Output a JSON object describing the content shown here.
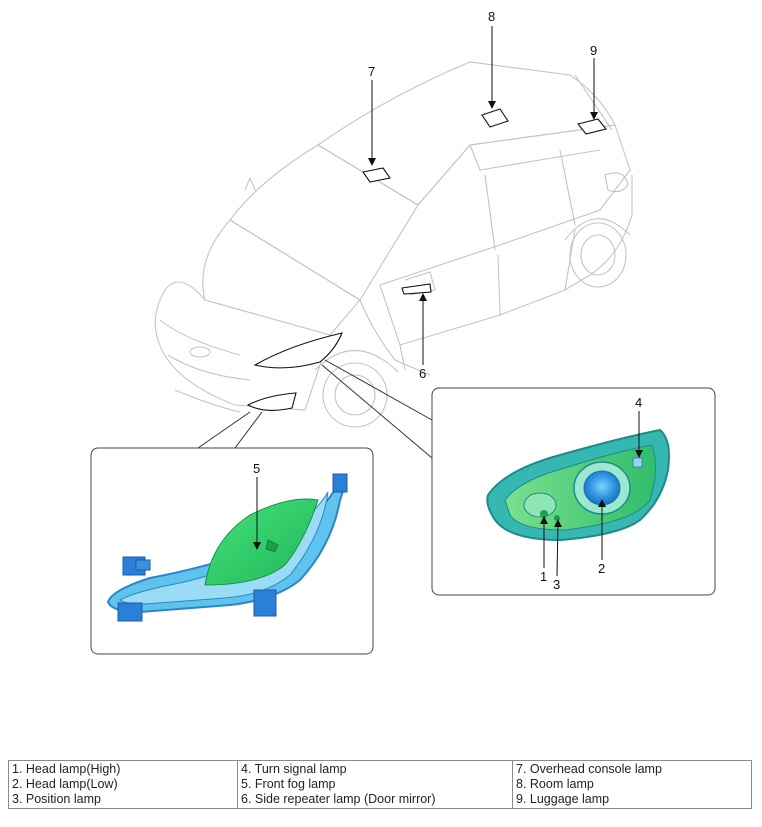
{
  "callouts": {
    "n1": "1",
    "n2": "2",
    "n3": "3",
    "n4": "4",
    "n5": "5",
    "n6": "6",
    "n7": "7",
    "n8": "8",
    "n9": "9"
  },
  "legend": {
    "columns": [
      [
        "1. Head lamp(High)",
        "2. Head lamp(Low)",
        "3. Position lamp"
      ],
      [
        "4. Turn signal lamp",
        "5. Front fog lamp",
        "6. Side repeater lamp (Door mirror)"
      ],
      [
        "7. Overhead console lamp",
        "8. Room lamp",
        "9. Luggage lamp"
      ]
    ]
  },
  "colors": {
    "car_outline": "#c4c4c4",
    "lamp_green": "#33d46a",
    "lamp_blue": "#3aa8e8",
    "frame_blue": "#2a86c8",
    "table_border": "#8a8a8a"
  }
}
